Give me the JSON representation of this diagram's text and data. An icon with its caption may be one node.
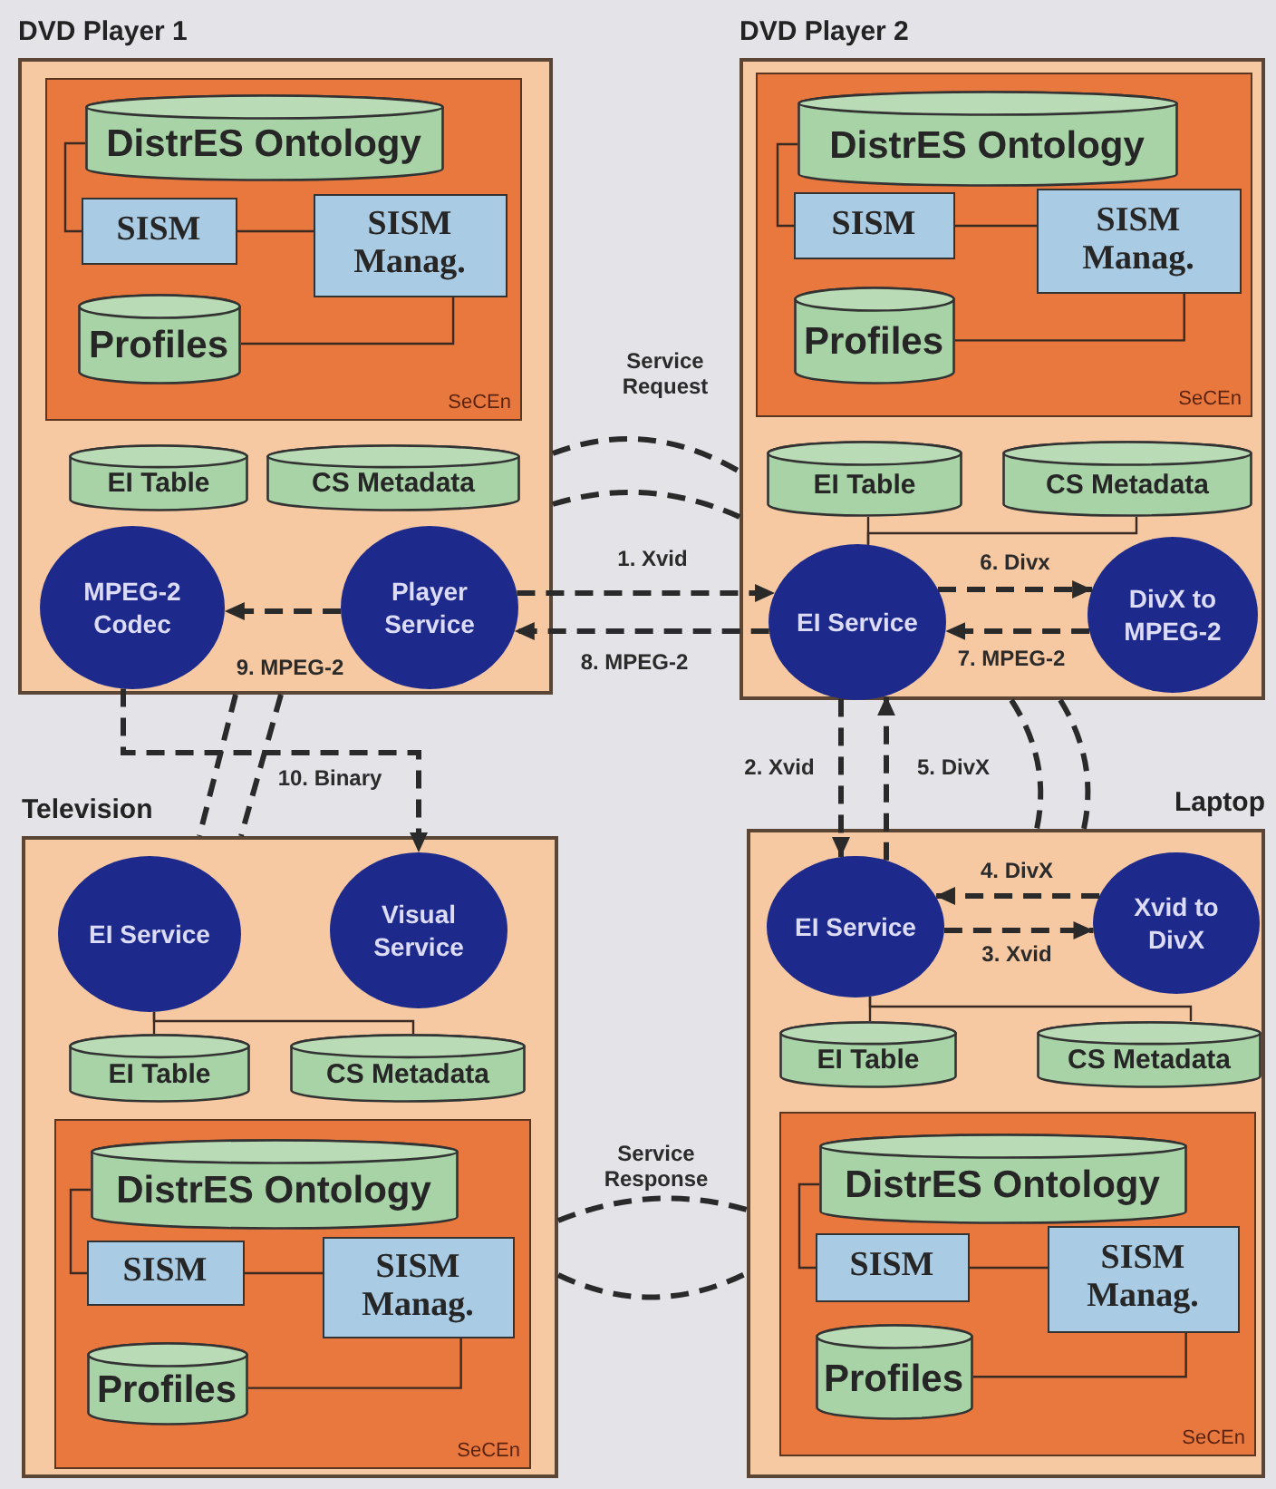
{
  "diagram": {
    "nodes": [
      {
        "text": [
          "DVD Player 1"
        ]
      },
      {
        "text": [
          "SeCEn"
        ],
        "in": 0
      },
      {
        "text": [
          "DistrES Ontology"
        ],
        "in": 1
      },
      {
        "text": [
          "SISM"
        ],
        "in": 1
      },
      {
        "text": [
          "SISM Manag."
        ],
        "in": 1
      },
      {
        "text": [
          "Profiles"
        ],
        "in": 1
      },
      {
        "text": [
          "EI Table"
        ],
        "in": 0
      },
      {
        "text": [
          "CS Metadata"
        ],
        "in": 0
      },
      {
        "text": [
          "MPEG-2 Codec"
        ],
        "in": 0
      },
      {
        "text": [
          "Player Service"
        ],
        "in": 0
      },
      {
        "text": [
          "DVD Player 2"
        ]
      },
      {
        "text": [
          "SeCEn"
        ],
        "in": 10
      },
      {
        "text": [
          "DistrES Ontology"
        ],
        "in": 11
      },
      {
        "text": [
          "SISM"
        ],
        "in": 11
      },
      {
        "text": [
          "SISM Manag."
        ],
        "in": 11
      },
      {
        "text": [
          "Profiles"
        ],
        "in": 11
      },
      {
        "text": [
          "EI Table"
        ],
        "in": 10
      },
      {
        "text": [
          "CS Metadata"
        ],
        "in": 10
      },
      {
        "text": [
          "EI Service"
        ],
        "in": 10
      },
      {
        "text": [
          "DivX to MPEG-2"
        ],
        "in": 10
      },
      {
        "text": [
          "Television"
        ]
      },
      {
        "text": [
          "EI Service"
        ],
        "in": 20
      },
      {
        "text": [
          "Visual Service"
        ],
        "in": 20
      },
      {
        "text": [
          "EI Table"
        ],
        "in": 20
      },
      {
        "text": [
          "CS Metadata"
        ],
        "in": 20
      },
      {
        "text": [
          "SeCEn"
        ],
        "in": 20
      },
      {
        "text": [
          "DistrES Ontology"
        ],
        "in": 25
      },
      {
        "text": [
          "SISM"
        ],
        "in": 25
      },
      {
        "text": [
          "SISM Manag."
        ],
        "in": 25
      },
      {
        "text": [
          "Profiles"
        ],
        "in": 25
      },
      {
        "text": [
          "Laptop"
        ]
      },
      {
        "text": [
          "EI Service"
        ],
        "in": 30
      },
      {
        "text": [
          "Xvid to DivX"
        ],
        "in": 30
      },
      {
        "text": [
          "EI Table"
        ],
        "in": 30
      },
      {
        "text": [
          "CS Metadata"
        ],
        "in": 30
      },
      {
        "text": [
          "SeCEn"
        ],
        "in": 30
      },
      {
        "text": [
          "DistrES Ontology"
        ],
        "in": 35
      },
      {
        "text": [
          "SISM"
        ],
        "in": 35
      },
      {
        "text": [
          "SISM Manag."
        ],
        "in": 35
      },
      {
        "text": [
          "Profiles"
        ],
        "in": 35
      }
    ],
    "edges": [
      {
        "from": 2,
        "to": 3,
        "arrow": "none"
      },
      {
        "from": 3,
        "to": 4,
        "arrow": "none"
      },
      {
        "from": 4,
        "to": 5,
        "arrow": "none"
      },
      {
        "from": 0,
        "to": 10,
        "arrow": "none",
        "label": "Service Request",
        "style": "dashed"
      },
      {
        "from": 0,
        "to": 10,
        "arrow": "none",
        "style": "dashed"
      },
      {
        "from": 9,
        "to": 18,
        "arrow": "to",
        "label": "1. Xvid",
        "style": "dashed"
      },
      {
        "from": 18,
        "to": 31,
        "arrow": "to",
        "label": "2. Xvid",
        "style": "dashed"
      },
      {
        "from": 31,
        "to": 32,
        "arrow": "to",
        "label": "3. Xvid",
        "style": "dashed"
      },
      {
        "from": 32,
        "to": 31,
        "arrow": "to",
        "label": "4. DivX",
        "style": "dashed"
      },
      {
        "from": 31,
        "to": 18,
        "arrow": "to",
        "label": "5. DivX",
        "style": "dashed"
      },
      {
        "from": 18,
        "to": 19,
        "arrow": "to",
        "label": "6. Divx",
        "style": "dashed"
      },
      {
        "from": 19,
        "to": 18,
        "arrow": "to",
        "label": "7. MPEG-2",
        "style": "dashed"
      },
      {
        "from": 18,
        "to": 9,
        "arrow": "to",
        "label": "8. MPEG-2",
        "style": "dashed"
      },
      {
        "from": 9,
        "to": 8,
        "arrow": "to",
        "label": "9. MPEG-2",
        "style": "dashed"
      },
      {
        "from": 8,
        "to": 22,
        "arrow": "to",
        "label": "10. Binary",
        "style": "dashed"
      },
      {
        "from": 0,
        "to": 20,
        "arrow": "none",
        "style": "dashed"
      },
      {
        "from": 0,
        "to": 20,
        "arrow": "none",
        "style": "dashed"
      },
      {
        "from": 10,
        "to": 30,
        "arrow": "none",
        "style": "dashed"
      },
      {
        "from": 10,
        "to": 30,
        "arrow": "none",
        "style": "dashed"
      },
      {
        "from": 20,
        "to": 30,
        "arrow": "none",
        "label": "Service Response",
        "style": "dashed"
      },
      {
        "from": 20,
        "to": 30,
        "arrow": "none",
        "style": "dashed"
      },
      {
        "from": 12,
        "to": 13,
        "arrow": "none"
      },
      {
        "from": 13,
        "to": 14,
        "arrow": "none"
      },
      {
        "from": 14,
        "to": 15,
        "arrow": "none"
      },
      {
        "from": 18,
        "to": 16,
        "arrow": "none"
      },
      {
        "from": 18,
        "to": 17,
        "arrow": "none"
      },
      {
        "from": 21,
        "to": 23,
        "arrow": "none"
      },
      {
        "from": 21,
        "to": 24,
        "arrow": "none"
      },
      {
        "from": 26,
        "to": 27,
        "arrow": "none"
      },
      {
        "from": 27,
        "to": 28,
        "arrow": "none"
      },
      {
        "from": 28,
        "to": 29,
        "arrow": "none"
      },
      {
        "from": 31,
        "to": 33,
        "arrow": "none"
      },
      {
        "from": 31,
        "to": 34,
        "arrow": "none"
      },
      {
        "from": 36,
        "to": 37,
        "arrow": "none"
      },
      {
        "from": 37,
        "to": 38,
        "arrow": "none"
      },
      {
        "from": 38,
        "to": 39,
        "arrow": "none"
      }
    ]
  }
}
